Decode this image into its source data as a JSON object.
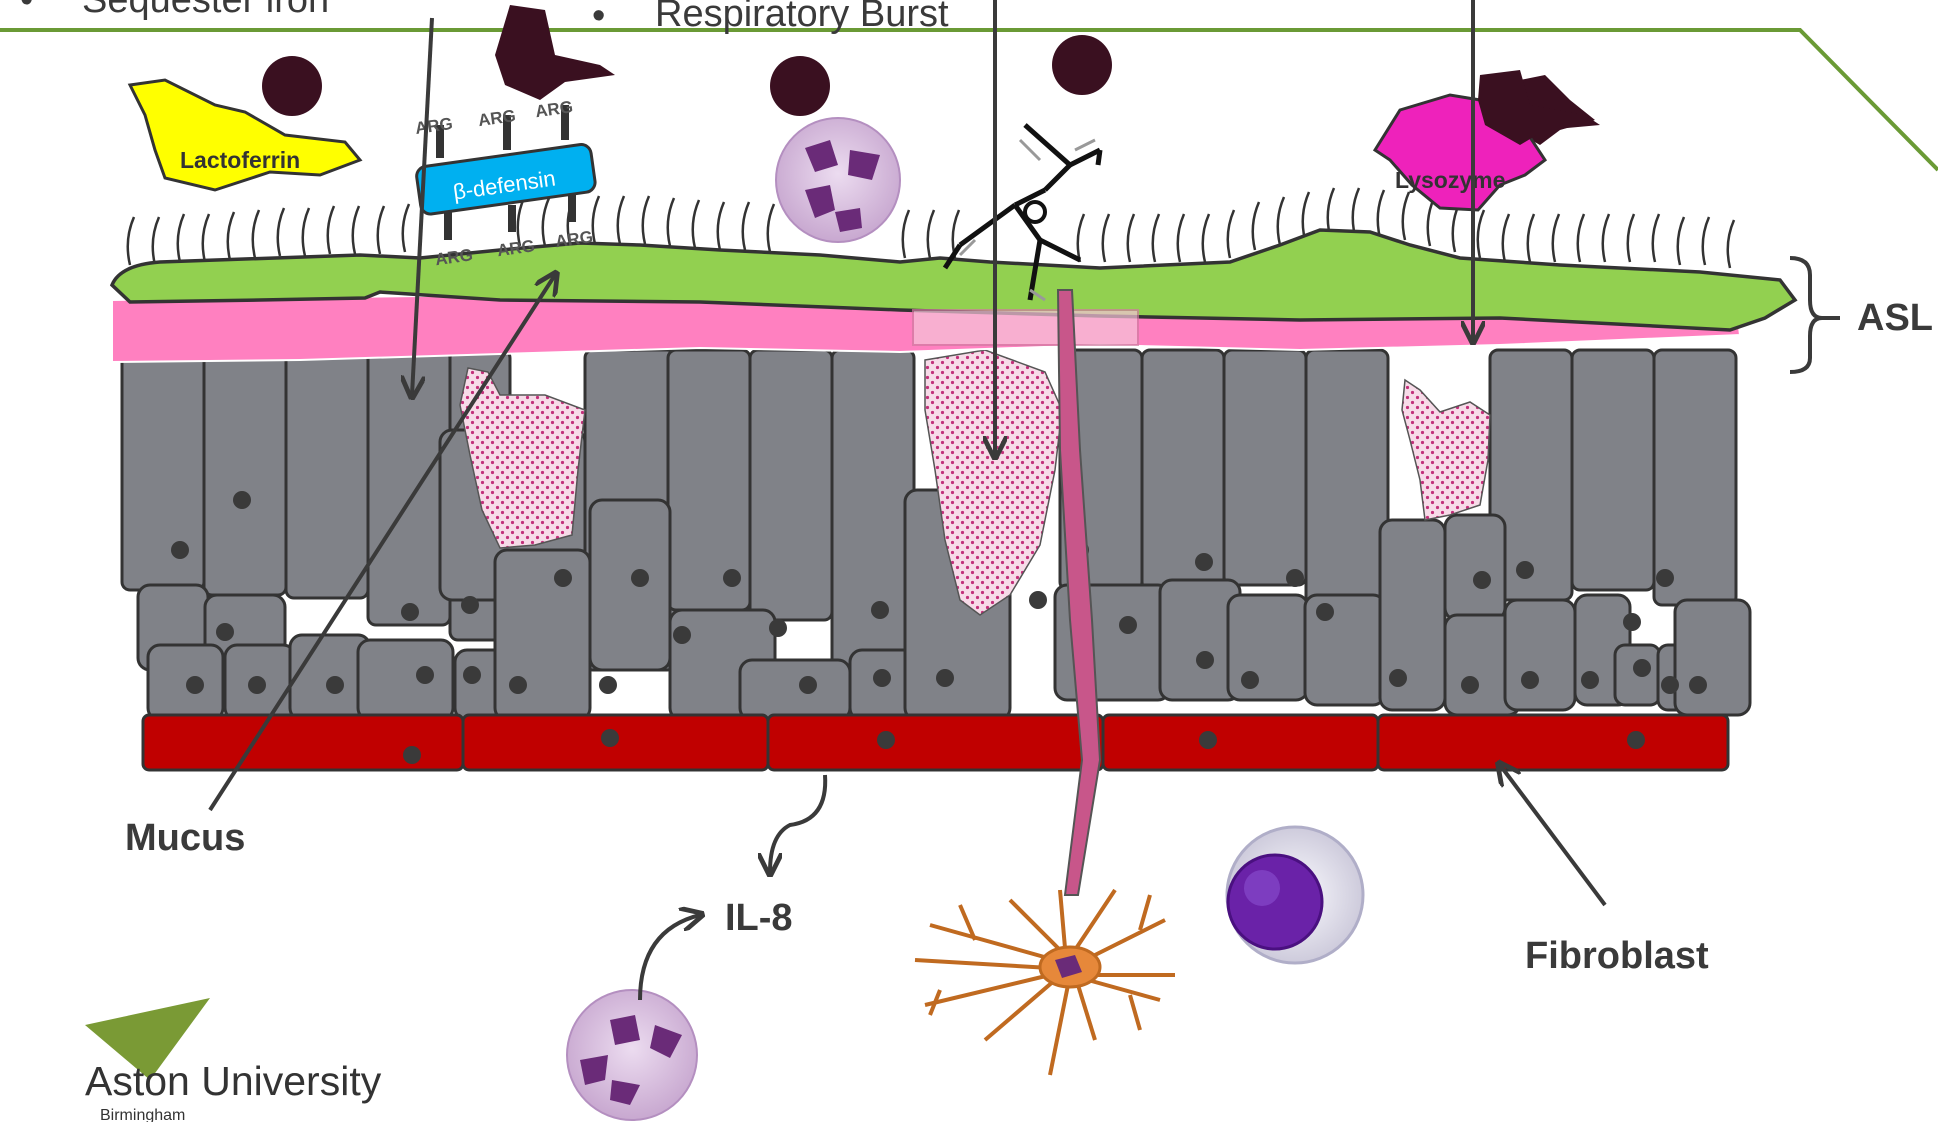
{
  "top_labels": {
    "bullet_left": "•",
    "sequester_iron": "Sequester iron",
    "bullet_mid": "•",
    "respiratory_burst": "Respiratory Burst"
  },
  "proteins": {
    "lactoferrin": "Lactoferrin",
    "beta_defensin": "β-defensin",
    "lysozyme": "Lysozyme",
    "arg": "ARG"
  },
  "labels": {
    "asl": "ASL",
    "mucus": "Mucus",
    "il8": "IL-8",
    "fibroblast": "Fibroblast"
  },
  "logo": {
    "name": "Aston University",
    "city": "Birmingham"
  },
  "colors": {
    "asl_green": "#92d050",
    "mucus_pink": "#ff80c0",
    "cell_grey": "#808288",
    "basement_red": "#c00000",
    "lactoferrin_yellow": "#ffff00",
    "defensin_blue": "#00b0f0",
    "lysozyme_magenta": "#ee22bb",
    "pathogen_dark": "#3a1020",
    "dendritic_orange": "#e6883a",
    "top_line_green": "#6a9a35"
  }
}
